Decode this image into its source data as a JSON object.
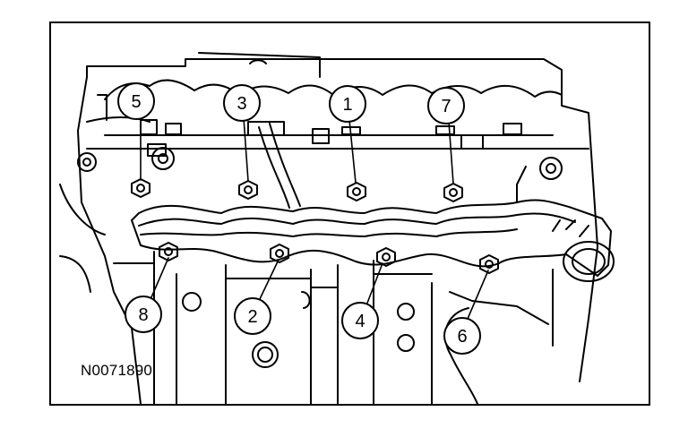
{
  "figure": {
    "reference_code": "N0071890",
    "callouts": [
      "1",
      "2",
      "3",
      "4",
      "5",
      "6",
      "7",
      "8"
    ]
  }
}
